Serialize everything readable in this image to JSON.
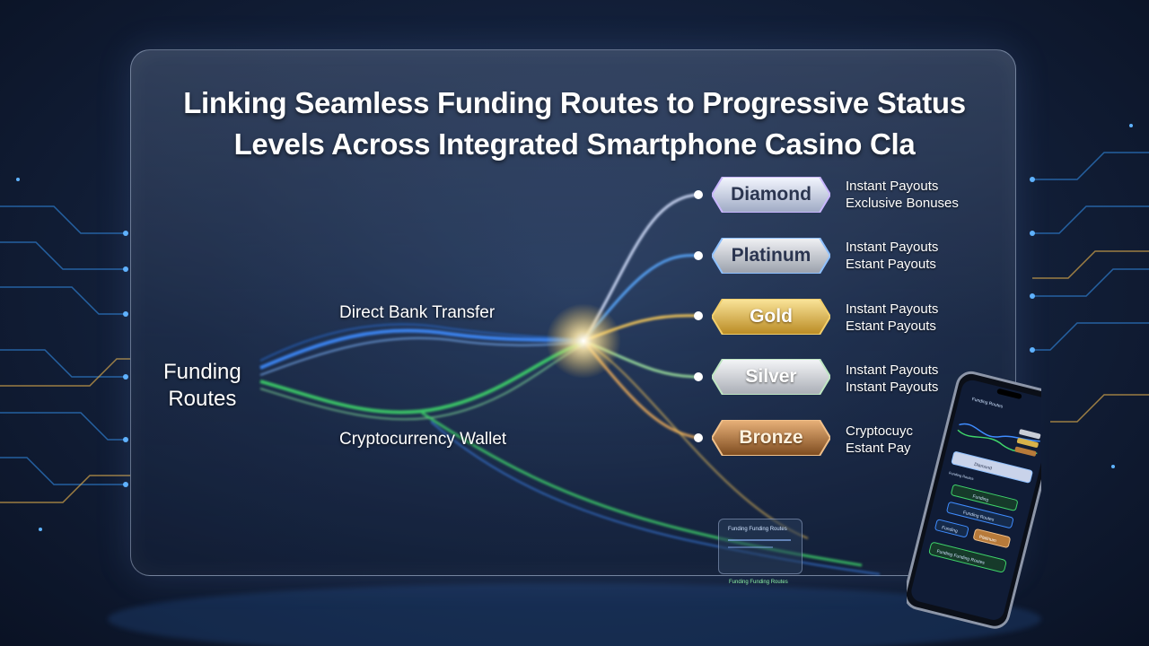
{
  "title_lines": [
    "Linking Seamless Funding Routes to Progressive Status",
    "Levels Across Integrated Smartphone Casino Cla"
  ],
  "funding": {
    "label_line1": "Funding",
    "label_line2": "Routes",
    "routes": [
      "Direct Bank Transfer",
      "Cryptocurrency Wallet"
    ]
  },
  "tiers": [
    {
      "name": "Diamond",
      "perks": [
        "Instant Payouts",
        "Exclusive Bonuses"
      ],
      "color": "#b9c4dc"
    },
    {
      "name": "Platinum",
      "perks": [
        "Instant Payouts",
        "Estant Payouts"
      ],
      "color": "#c9cdd6"
    },
    {
      "name": "Gold",
      "perks": [
        "Instant Payouts",
        "Estant Payouts"
      ],
      "color": "#d8b24a"
    },
    {
      "name": "Silver",
      "perks": [
        "Instant Payouts",
        "Instant Payouts"
      ],
      "color": "#d4d8e0"
    },
    {
      "name": "Bronze",
      "perks": [
        "Cryptocuyc",
        "Estant Pay"
      ],
      "color": "#b77a3a"
    }
  ],
  "phone": {
    "header": "Funding Routes",
    "items": [
      "Diamond",
      "Funding Routes",
      "Funding",
      "Funding Routes",
      "Funding",
      "Platinum",
      "Funding Funding Routes"
    ]
  },
  "mini_card": {
    "top_label": "Funding Funding Routes",
    "bottom_label": "Funding Funding Routes"
  },
  "colors": {
    "bank_stream": "#3f8cff",
    "crypto_stream": "#3fd46a",
    "glow": "#ffe9a8",
    "background": "#14223d"
  }
}
